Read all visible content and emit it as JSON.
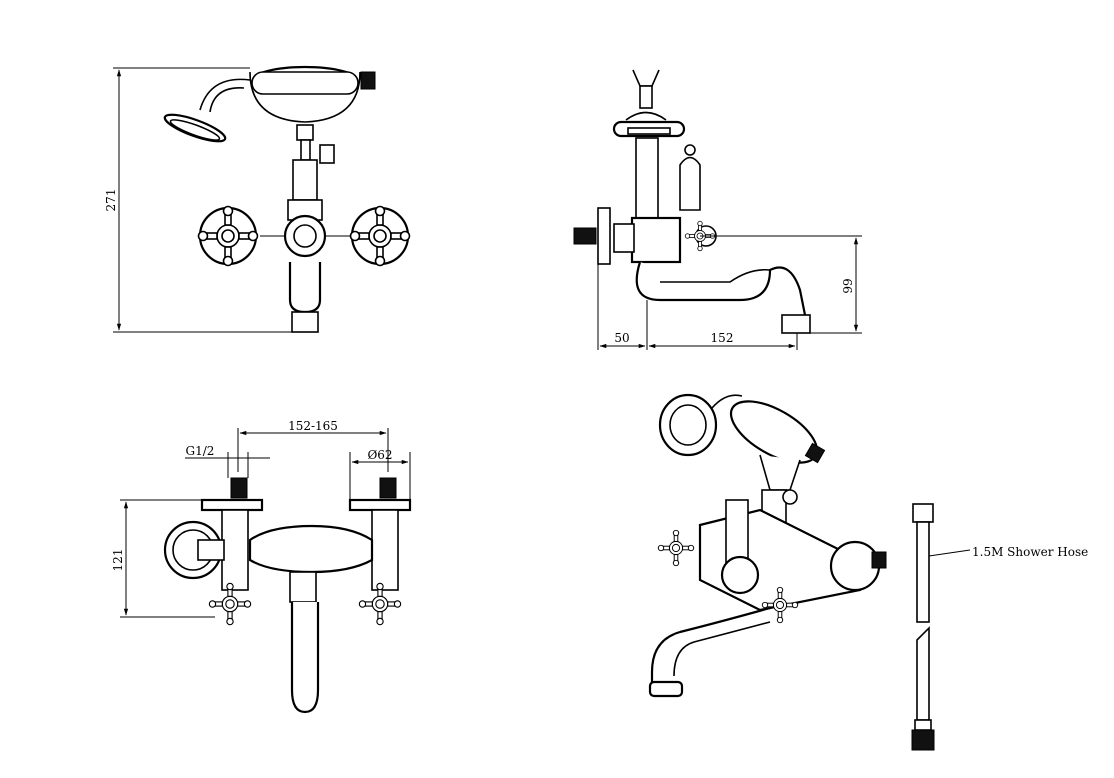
{
  "front_view": {
    "height_label": "271"
  },
  "side_view": {
    "height_label": "99",
    "offset_label": "50",
    "spout_label": "152"
  },
  "top_view": {
    "centers_label": "152-165",
    "thread_label": "G1/2",
    "flange_label": "Ø62",
    "depth_label": "121"
  },
  "iso_view": {
    "hose_label": "1.5M Shower Hose"
  },
  "colors": {
    "line": "#000000",
    "background": "#ffffff"
  },
  "icons": [
    "handshower-icon",
    "cross-handle-icon",
    "spout-icon",
    "hose-icon"
  ]
}
